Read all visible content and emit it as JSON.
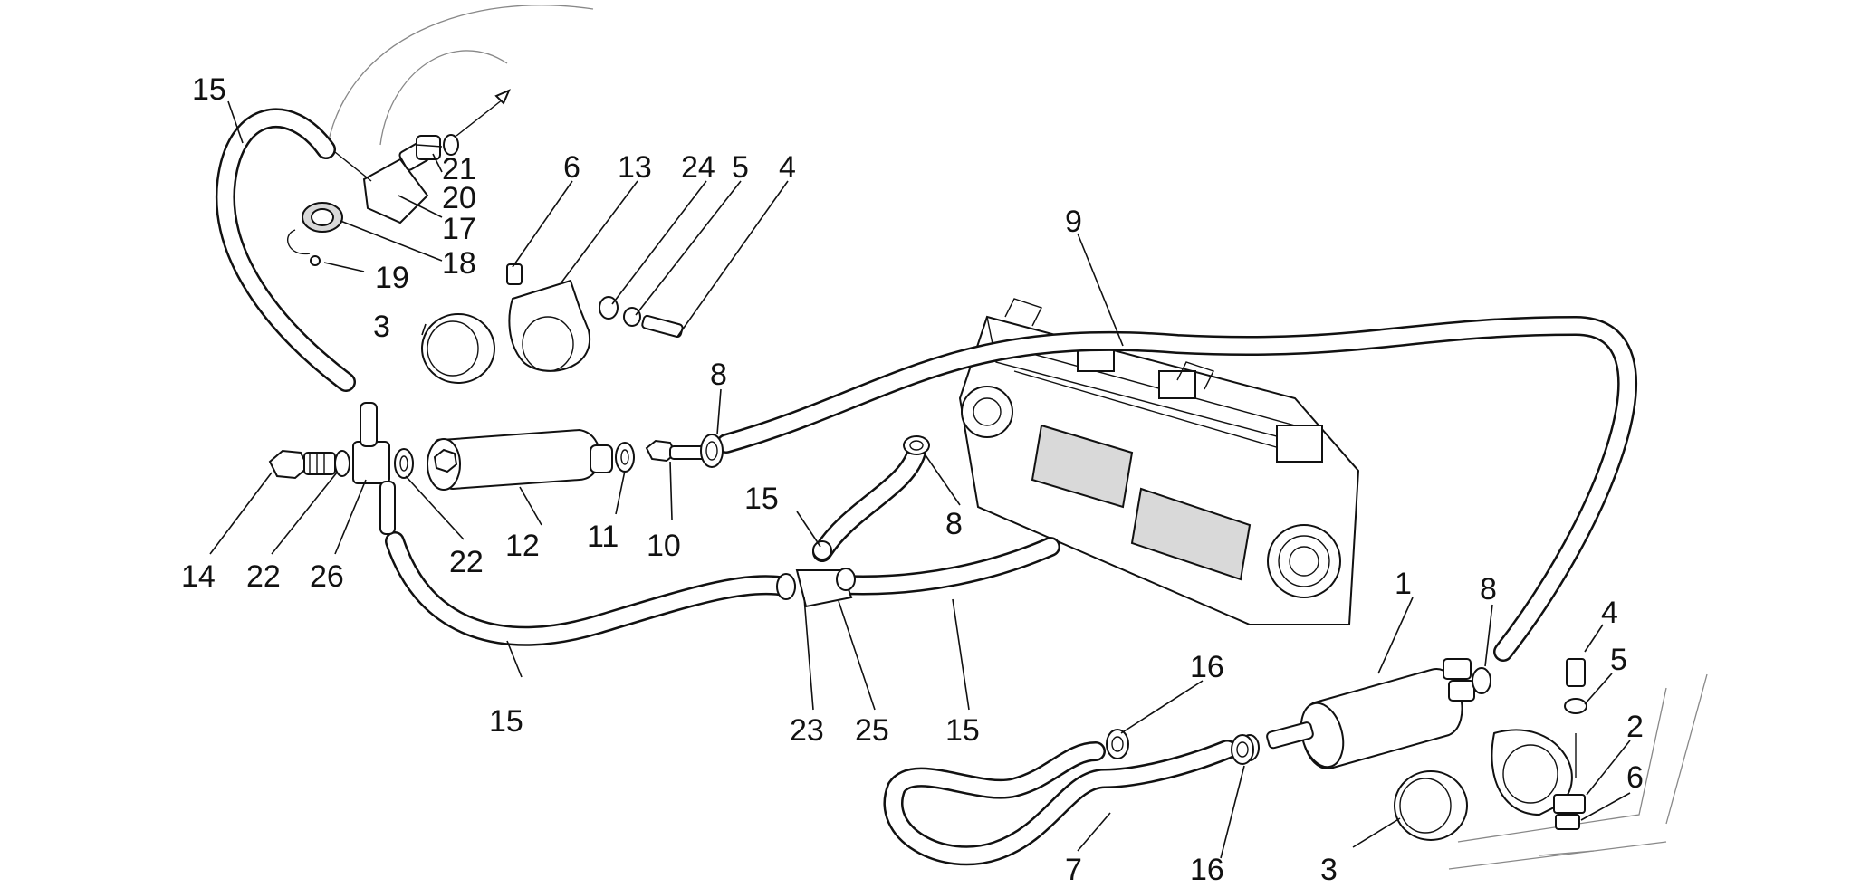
{
  "callouts": {
    "c15_top": "15",
    "c21": "21",
    "c20": "20",
    "c17": "17",
    "c18": "18",
    "c19": "19",
    "c6_top": "6",
    "c13": "13",
    "c24": "24",
    "c5_top": "5",
    "c4_top": "4",
    "c3_top": "3",
    "c8_a": "8",
    "c9": "9",
    "c14": "14",
    "c22_left": "22",
    "c26": "26",
    "c22_right": "22",
    "c12": "12",
    "c11": "11",
    "c10": "10",
    "c15_mid": "15",
    "c8_b": "8",
    "c15_low": "15",
    "c23": "23",
    "c25": "25",
    "c15_right": "15",
    "c1": "1",
    "c8_c": "8",
    "c4_right": "4",
    "c5_right": "5",
    "c2": "2",
    "c6_right": "6",
    "c16_top": "16",
    "c16_low": "16",
    "c7": "7",
    "c3_low": "3"
  }
}
